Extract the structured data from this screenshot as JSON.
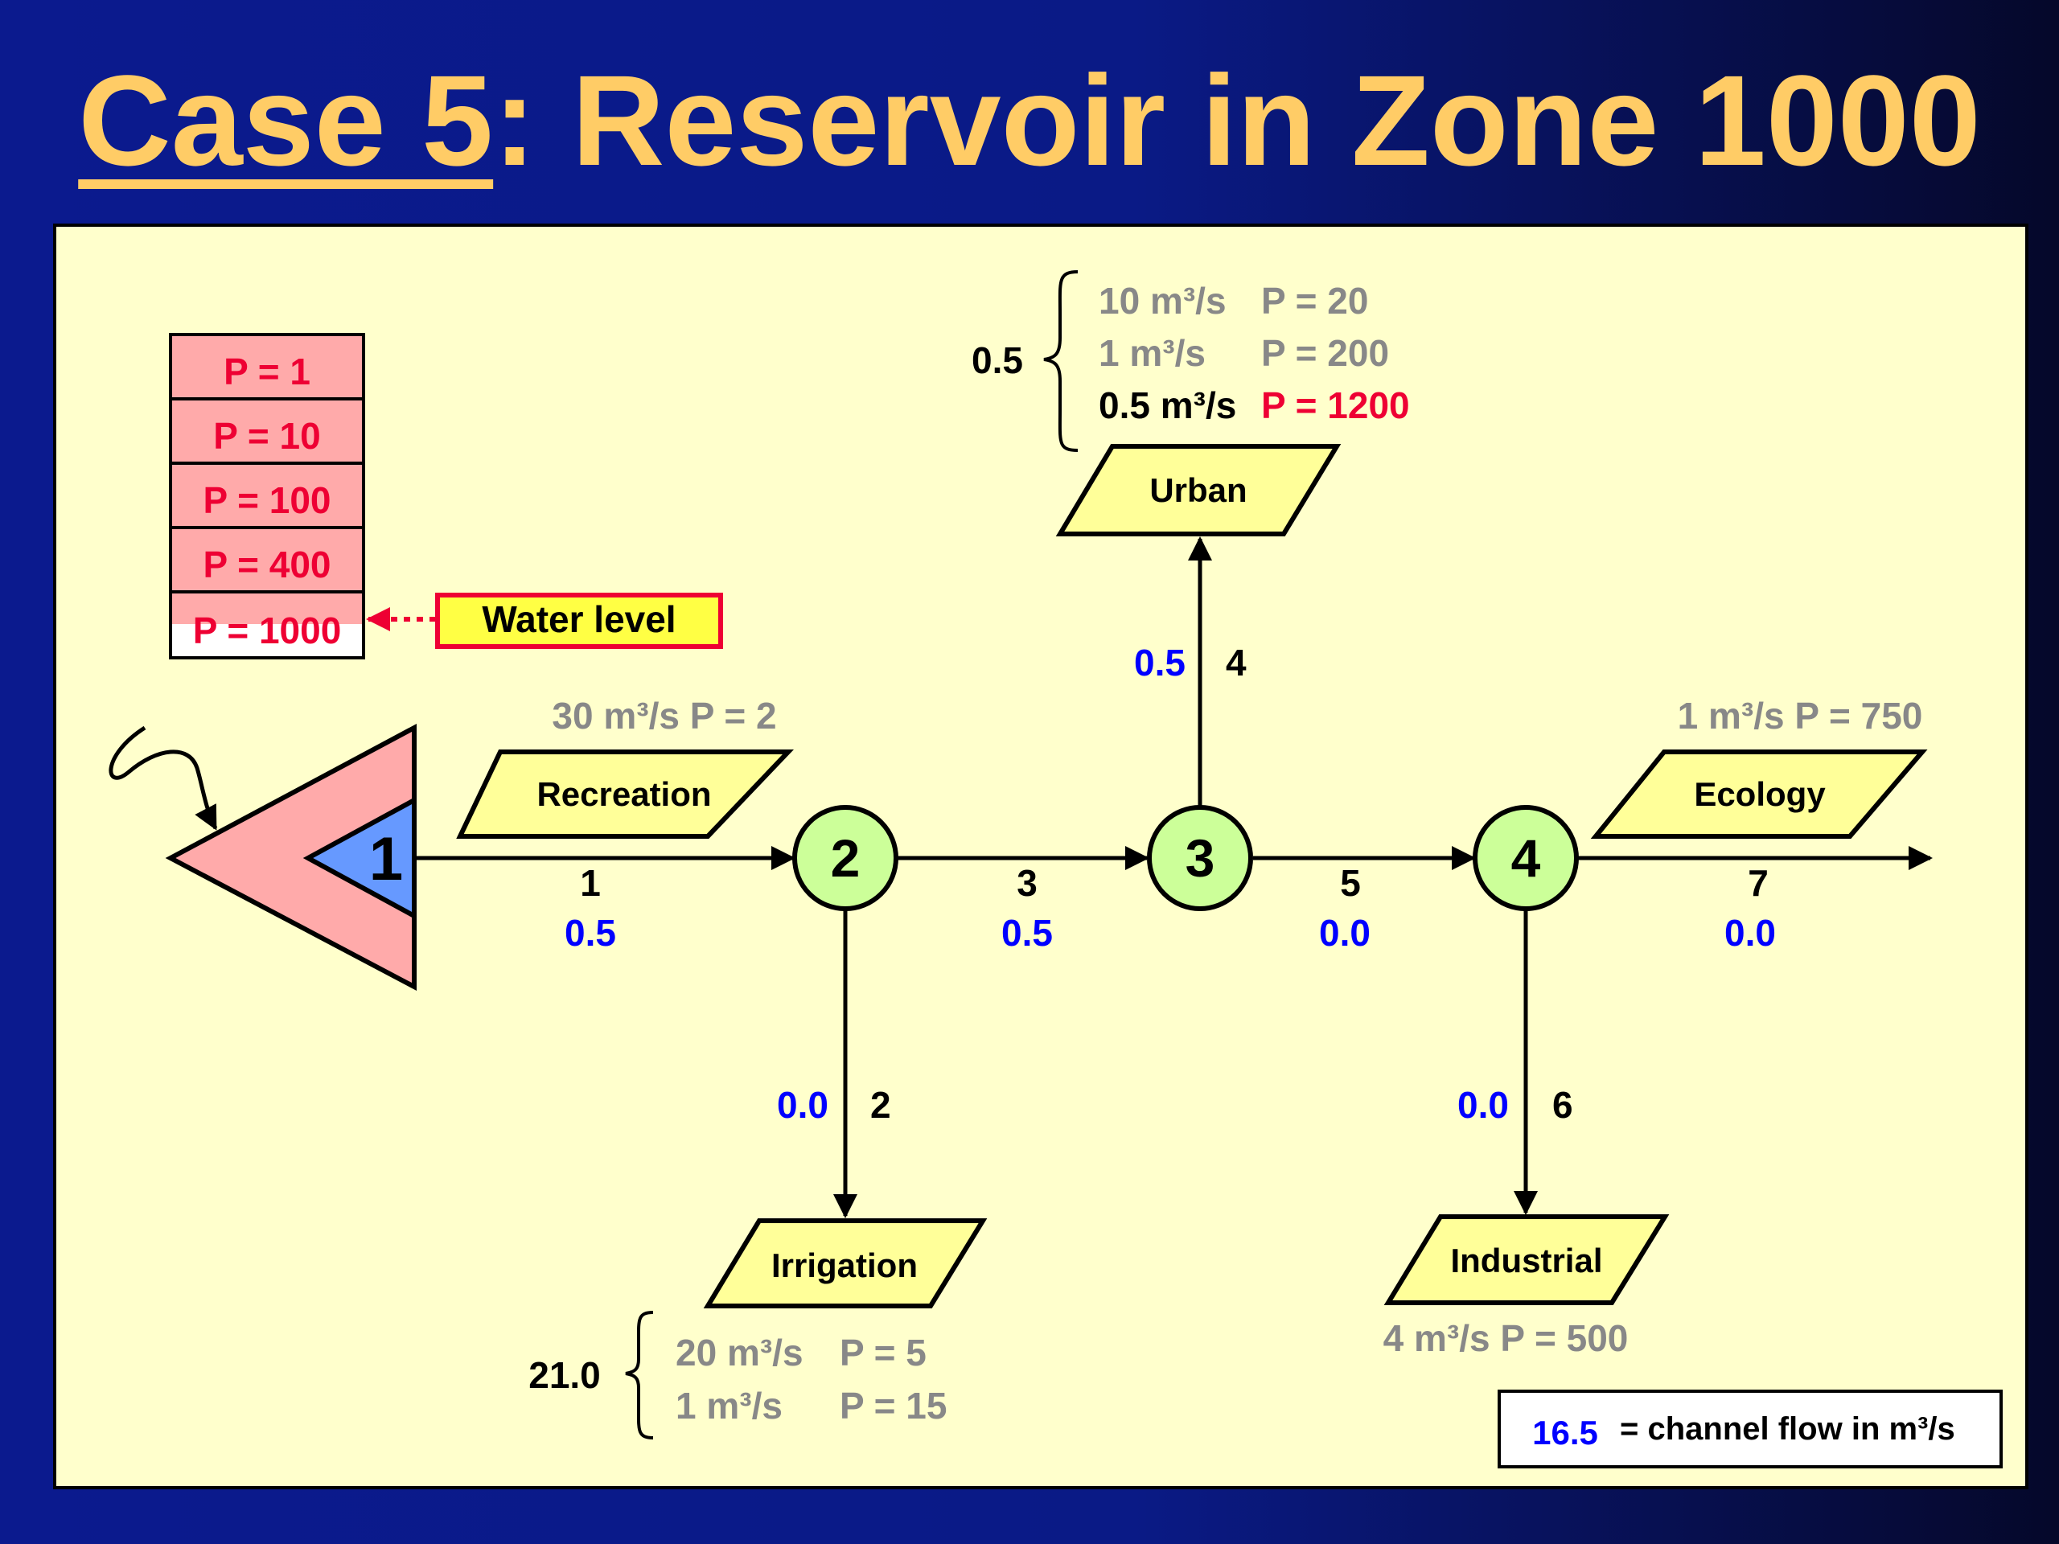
{
  "title": {
    "case": "Case 5",
    "rest": ": Reservoir in Zone 1000"
  },
  "reservoir": {
    "node_label": "1",
    "zones": [
      "P = 1",
      "P = 10",
      "P = 100",
      "P = 400",
      "P = 1000"
    ],
    "water_level_label": "Water level"
  },
  "nodes": [
    "2",
    "3",
    "4"
  ],
  "demands": {
    "recreation": {
      "name": "Recreation",
      "spec": "30 m³/s  P = 2"
    },
    "urban": {
      "name": "Urban",
      "allocated": "0.5",
      "specs": [
        {
          "flow": "10 m³/s",
          "p": "P = 20"
        },
        {
          "flow": "1 m³/s",
          "p": "P = 200"
        },
        {
          "flow": "0.5 m³/s",
          "p": "P = 1200"
        }
      ]
    },
    "ecology": {
      "name": "Ecology",
      "spec": "1 m³/s  P = 750"
    },
    "irrigation": {
      "name": "Irrigation",
      "allocated": "21.0",
      "specs": [
        {
          "flow": "20 m³/s",
          "p": "P = 5"
        },
        {
          "flow": "1 m³/s",
          "p": "P = 15"
        }
      ]
    },
    "industrial": {
      "name": "Industrial",
      "spec": "4 m³/s  P = 500"
    }
  },
  "links": [
    {
      "id": "1",
      "flow": "0.5"
    },
    {
      "id": "2",
      "flow": "0.0"
    },
    {
      "id": "3",
      "flow": "0.5"
    },
    {
      "id": "4",
      "flow": "0.5"
    },
    {
      "id": "5",
      "flow": "0.0"
    },
    {
      "id": "6",
      "flow": "0.0"
    },
    {
      "id": "7",
      "flow": "0.0"
    }
  ],
  "legend": {
    "sample": "16.5",
    "text": "= channel flow in m³/s"
  },
  "colors": {
    "title": "#ffcc66",
    "panel": "#ffffcc",
    "flow": "#0000ff",
    "priority_red": "#ee0033",
    "spec_gray": "#888888",
    "node_fill": "#ccff99",
    "demand_fill": "#ffff99",
    "reservoir_pink": "#ffaaaa",
    "reservoir_blue": "#6699ff"
  }
}
